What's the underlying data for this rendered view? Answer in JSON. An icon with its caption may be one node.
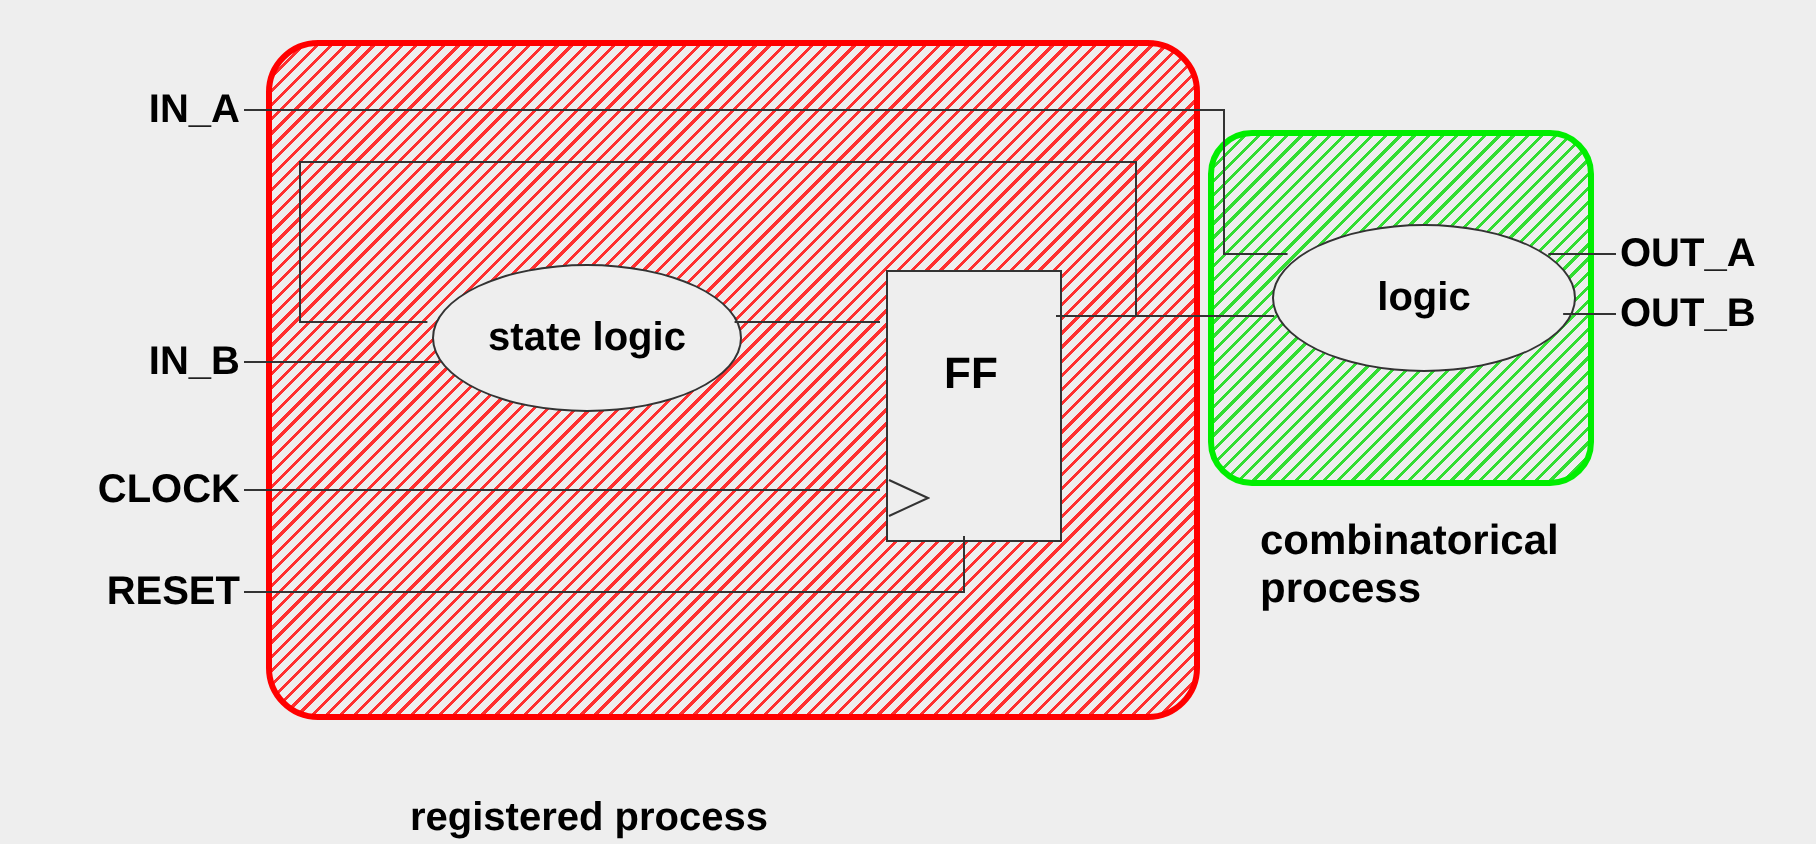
{
  "diagram": {
    "nodes": [
      {
        "text": [
          "registered process"
        ]
      },
      {
        "text": [
          "state logic"
        ],
        "in": 0
      },
      {
        "text": [
          "FF"
        ],
        "in": 0
      },
      {
        "text": [
          "combinatorical process"
        ]
      },
      {
        "text": [
          "logic"
        ],
        "in": 3
      },
      {
        "text": [
          "IN_A"
        ]
      },
      {
        "text": [
          "IN_B"
        ]
      },
      {
        "text": [
          "CLOCK"
        ]
      },
      {
        "text": [
          "RESET"
        ]
      },
      {
        "text": [
          "OUT_A"
        ]
      },
      {
        "text": [
          "OUT_B"
        ]
      }
    ],
    "edges": [
      {
        "from": 5,
        "to": 4,
        "arrow": "none"
      },
      {
        "from": 6,
        "to": 1,
        "arrow": "none"
      },
      {
        "from": 1,
        "to": 2,
        "arrow": "none"
      },
      {
        "from": 2,
        "to": 1,
        "arrow": "none"
      },
      {
        "from": 2,
        "to": 4,
        "arrow": "none"
      },
      {
        "from": 7,
        "to": 2,
        "arrow": "none"
      },
      {
        "from": 8,
        "to": 2,
        "arrow": "none"
      },
      {
        "from": 4,
        "to": 9,
        "arrow": "none"
      },
      {
        "from": 4,
        "to": 10,
        "arrow": "none"
      }
    ]
  }
}
